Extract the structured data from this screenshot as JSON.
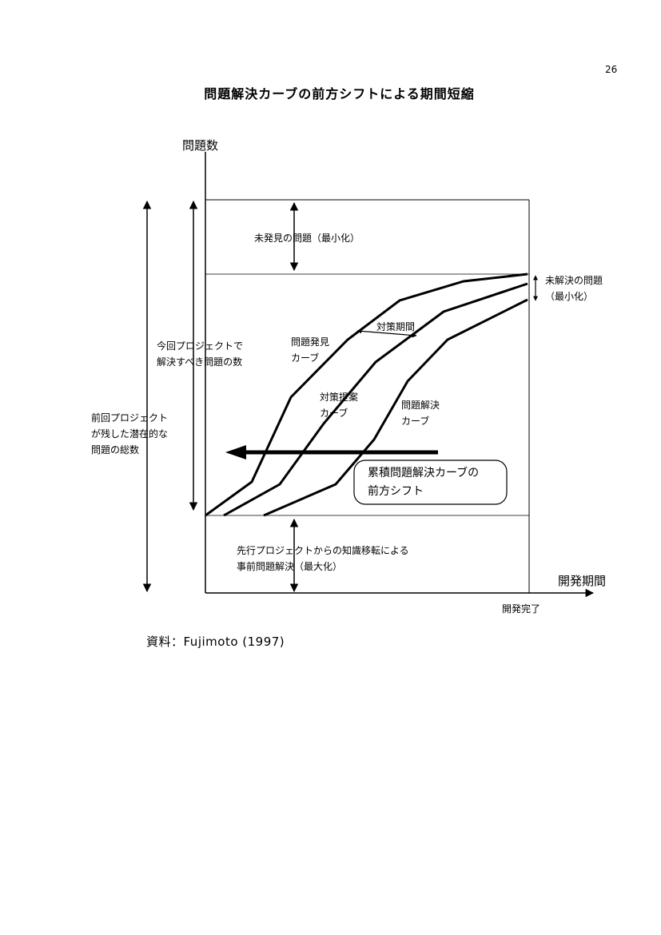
{
  "page_number": "26",
  "title": "問題解決カーブの前方シフトによる期間短縮",
  "axes": {
    "y_label": "問題数",
    "x_label": "開発期間",
    "x_end_label": "開発完了"
  },
  "labels": {
    "undiscovered": "未発見の問題（最小化）",
    "unsolved_line1": "未解決の問題",
    "unsolved_line2": "（最小化）",
    "current_project_line1": "今回プロジェクトで",
    "current_project_line2": "解決すべき問題の数",
    "previous_project_line1": "前回プロジェクト",
    "previous_project_line2": "が残した潜在的な",
    "previous_project_line3": "問題の総数",
    "countermeasure_period": "対策期間",
    "discovery_curve_line1": "問題発見",
    "discovery_curve_line2": "カーブ",
    "proposal_curve_line1": "対策提案",
    "proposal_curve_line2": "カーブ",
    "solution_curve_line1": "問題解決",
    "solution_curve_line2": "カーブ",
    "shift_box_line1": "累積問題解決カーブの",
    "shift_box_line2": "前方シフト",
    "knowledge_transfer_line1": "先行プロジェクトからの知識移転による",
    "knowledge_transfer_line2": "事前問題解決（最大化）"
  },
  "source": "資料：Fujimoto (1997)"
}
